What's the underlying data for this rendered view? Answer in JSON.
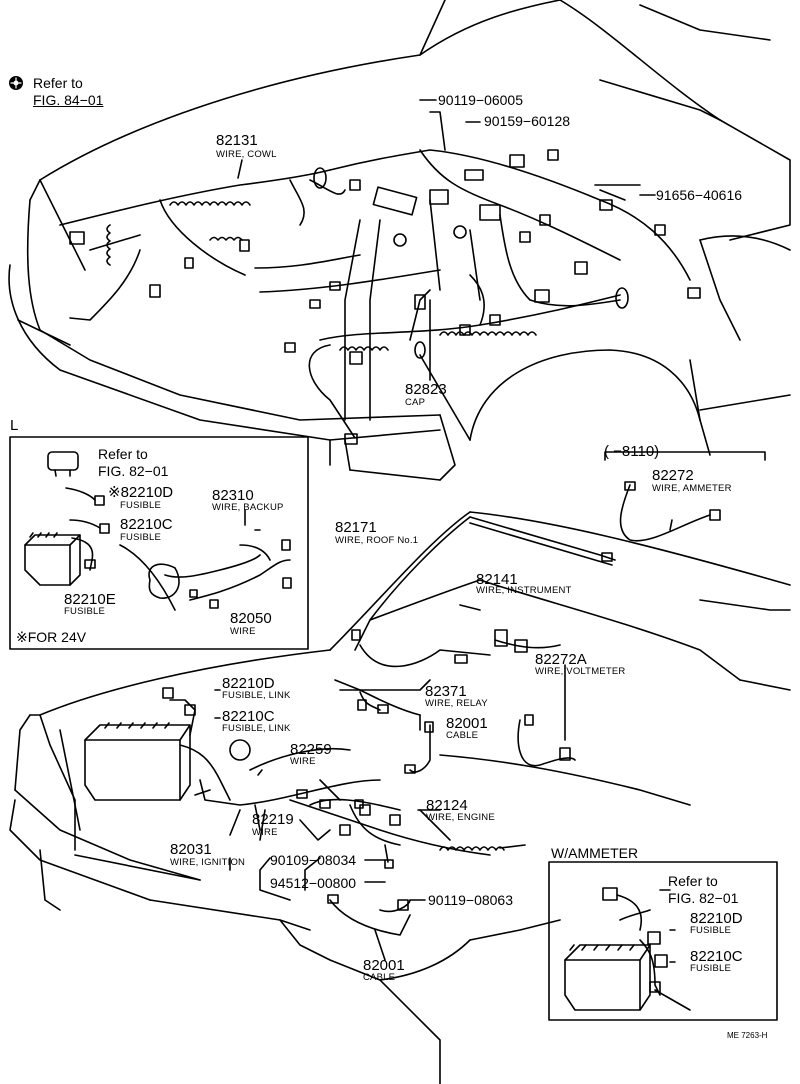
{
  "top_ref": {
    "line1": "Refer to",
    "line2": "FIG. 84−01"
  },
  "top_labels": {
    "cowl_num": "82131",
    "cowl_name": "WIRE, COWL",
    "p1": "90119−06005",
    "p2": "90159−60128",
    "p3": "91656−40616",
    "cap_num": "82823",
    "cap_name": "CAP"
  },
  "inset_l": {
    "letter": "L",
    "ref1": "Refer to",
    "ref2": "FIG. 82−01",
    "d_num": "※82210D",
    "d_name": "FUSIBLE",
    "c_num": "82210C",
    "c_name": "FUSIBLE",
    "backup_num": "82310",
    "backup_name": "WIRE, BACKUP",
    "e_num": "82210E",
    "e_name": "FUSIBLE",
    "w_num": "82050",
    "w_name": "WIRE",
    "note": "※FOR 24V"
  },
  "ammeter_top": {
    "range": "(    −8110)",
    "num": "82272",
    "name": "WIRE, AMMETER"
  },
  "bottom_labels": {
    "roof_num": "82171",
    "roof_name": "WIRE, ROOF No.1",
    "instr_num": "82141",
    "instr_name": "WIRE, INSTRUMENT",
    "volt_num": "82272A",
    "volt_name": "WIRE, VOLTMETER",
    "fd_num": "82210D",
    "fd_name": "FUSIBLE, LINK",
    "fc_num": "82210C",
    "fc_name": "FUSIBLE, LINK",
    "relay_num": "82371",
    "relay_name": "WIRE, RELAY",
    "cable1_num": "82001",
    "cable1_name": "CABLE",
    "w259_num": "82259",
    "w259_name": "WIRE",
    "eng_num": "82124",
    "eng_name": "WIRE, ENGINE",
    "w219_num": "82219",
    "w219_name": "WIRE",
    "ign_num": "82031",
    "ign_name": "WIRE, IGNITION",
    "b1": "90109−08034",
    "b2": "94512−00800",
    "b3": "90119−08063",
    "cable2_num": "82001",
    "cable2_name": "CABLE"
  },
  "w_ammeter": {
    "title": "W/AMMETER",
    "ref1": "Refer to",
    "ref2": "FIG. 82−01",
    "d_num": "82210D",
    "d_name": "FUSIBLE",
    "c_num": "82210C",
    "c_name": "FUSIBLE"
  },
  "footer_code": "ME 7263-H",
  "icons": [
    "ref-symbol-icon"
  ]
}
